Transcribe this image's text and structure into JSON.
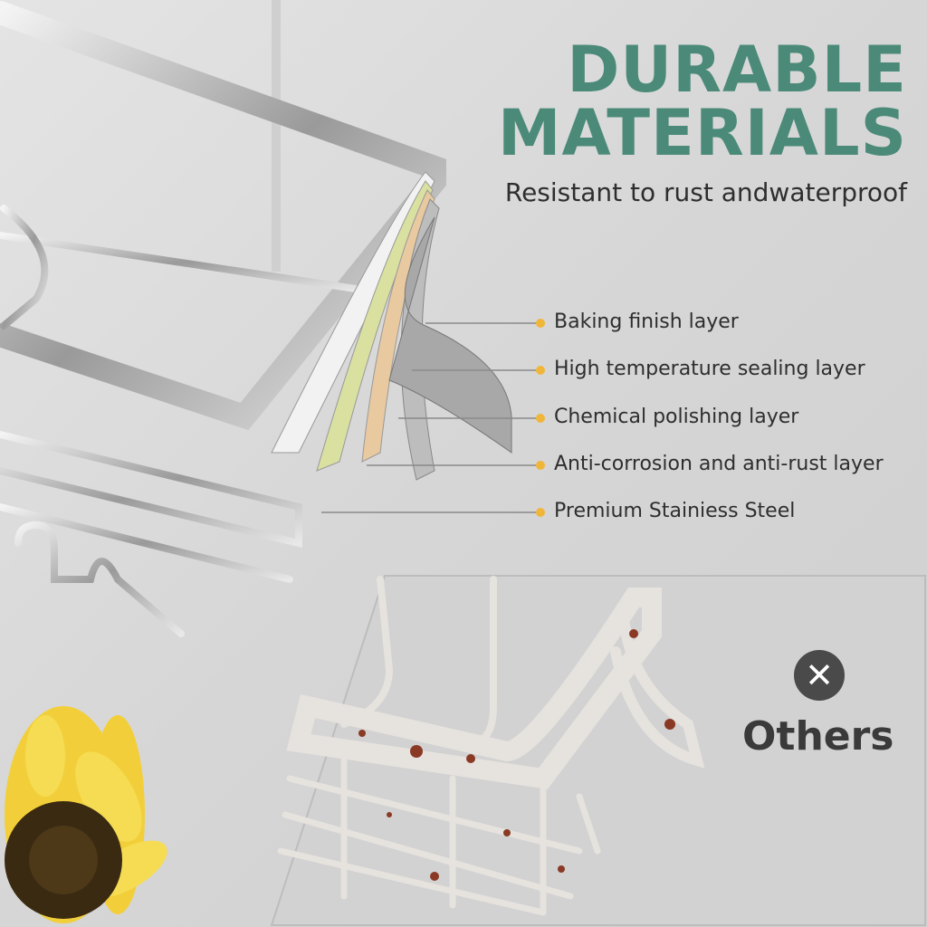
{
  "header": {
    "title_line1": "DURABLE",
    "title_line2": "MATERIALS",
    "subtitle": "Resistant to rust andwaterproof"
  },
  "layers": [
    {
      "label": "Baking finish layer"
    },
    {
      "label": "High temperature sealing layer"
    },
    {
      "label": "Chemical polishing layer"
    },
    {
      "label": "Anti-corrosion and anti-rust layer"
    },
    {
      "label": "Premium Stainiess Steel"
    }
  ],
  "comparison": {
    "label": "Others",
    "icon": "x-icon"
  },
  "colors": {
    "title": "#4b8a78",
    "bullet": "#f0b63a",
    "text": "#2e2e2e"
  }
}
